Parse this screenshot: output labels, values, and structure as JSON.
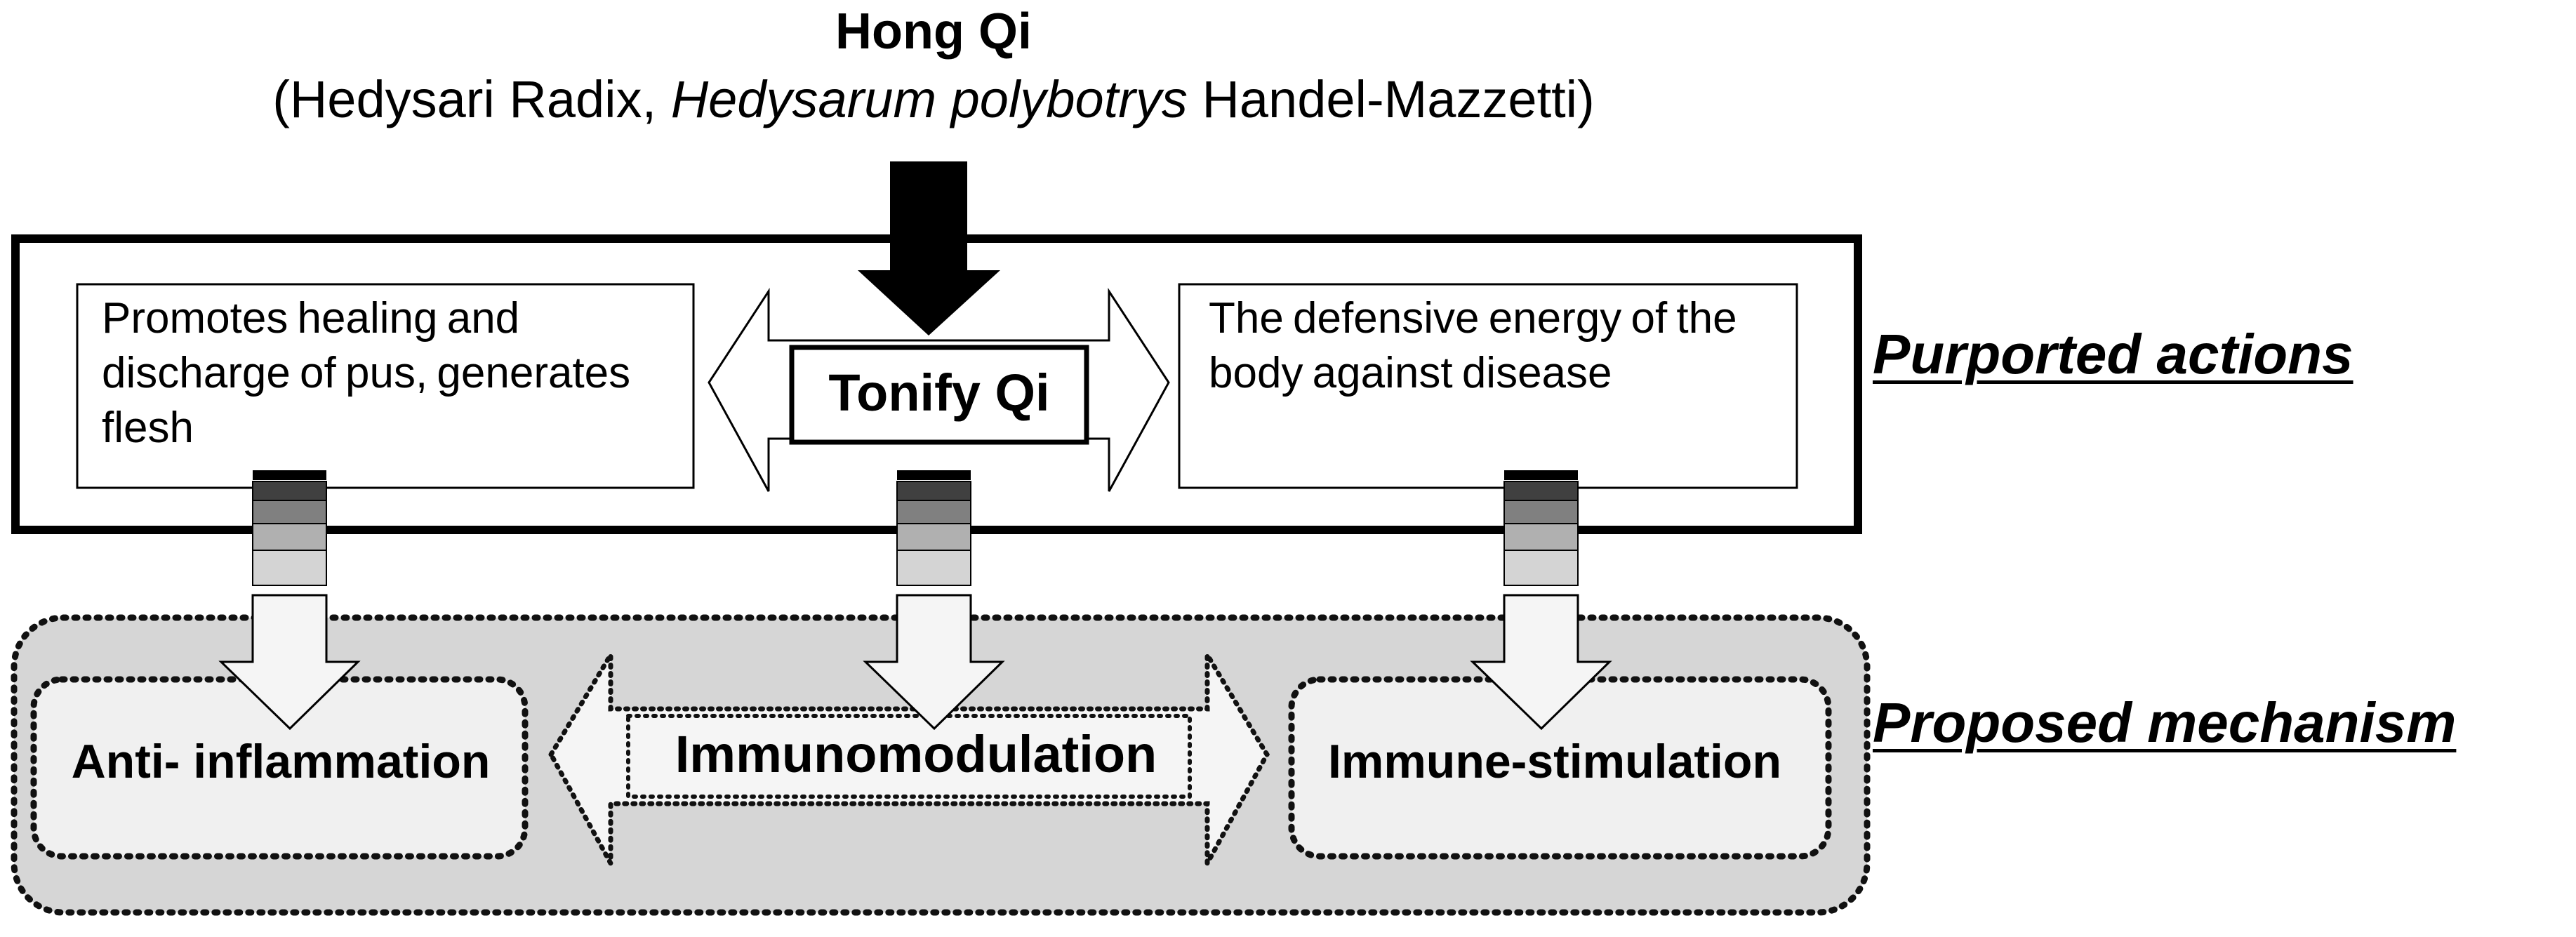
{
  "title": "Hong Qi",
  "subtitle": {
    "open": "(Hedysari Radix, ",
    "italic": "Hedysarum polybotrys",
    "close": " Handel-Mazzetti)"
  },
  "actions": {
    "left": "Promotes healing and discharge of pus, generates flesh",
    "center": "Tonify Qi",
    "right": "The defensive energy of the body against disease"
  },
  "mechanisms": {
    "left": "Anti- inflammation",
    "center": "Immunomodulation",
    "right": "Immune-stimulation"
  },
  "side_labels": {
    "actions": "Purported actions",
    "mechanism": "Proposed mechanism"
  },
  "colors": {
    "panel_gray": "#d6d6d6",
    "box_fill": "#f0f0f0",
    "arrow_fill": "#f5f5f5",
    "gradient_bands": [
      "#000000",
      "#404040",
      "#808080",
      "#b0b0b0",
      "#d4d4d4"
    ]
  }
}
